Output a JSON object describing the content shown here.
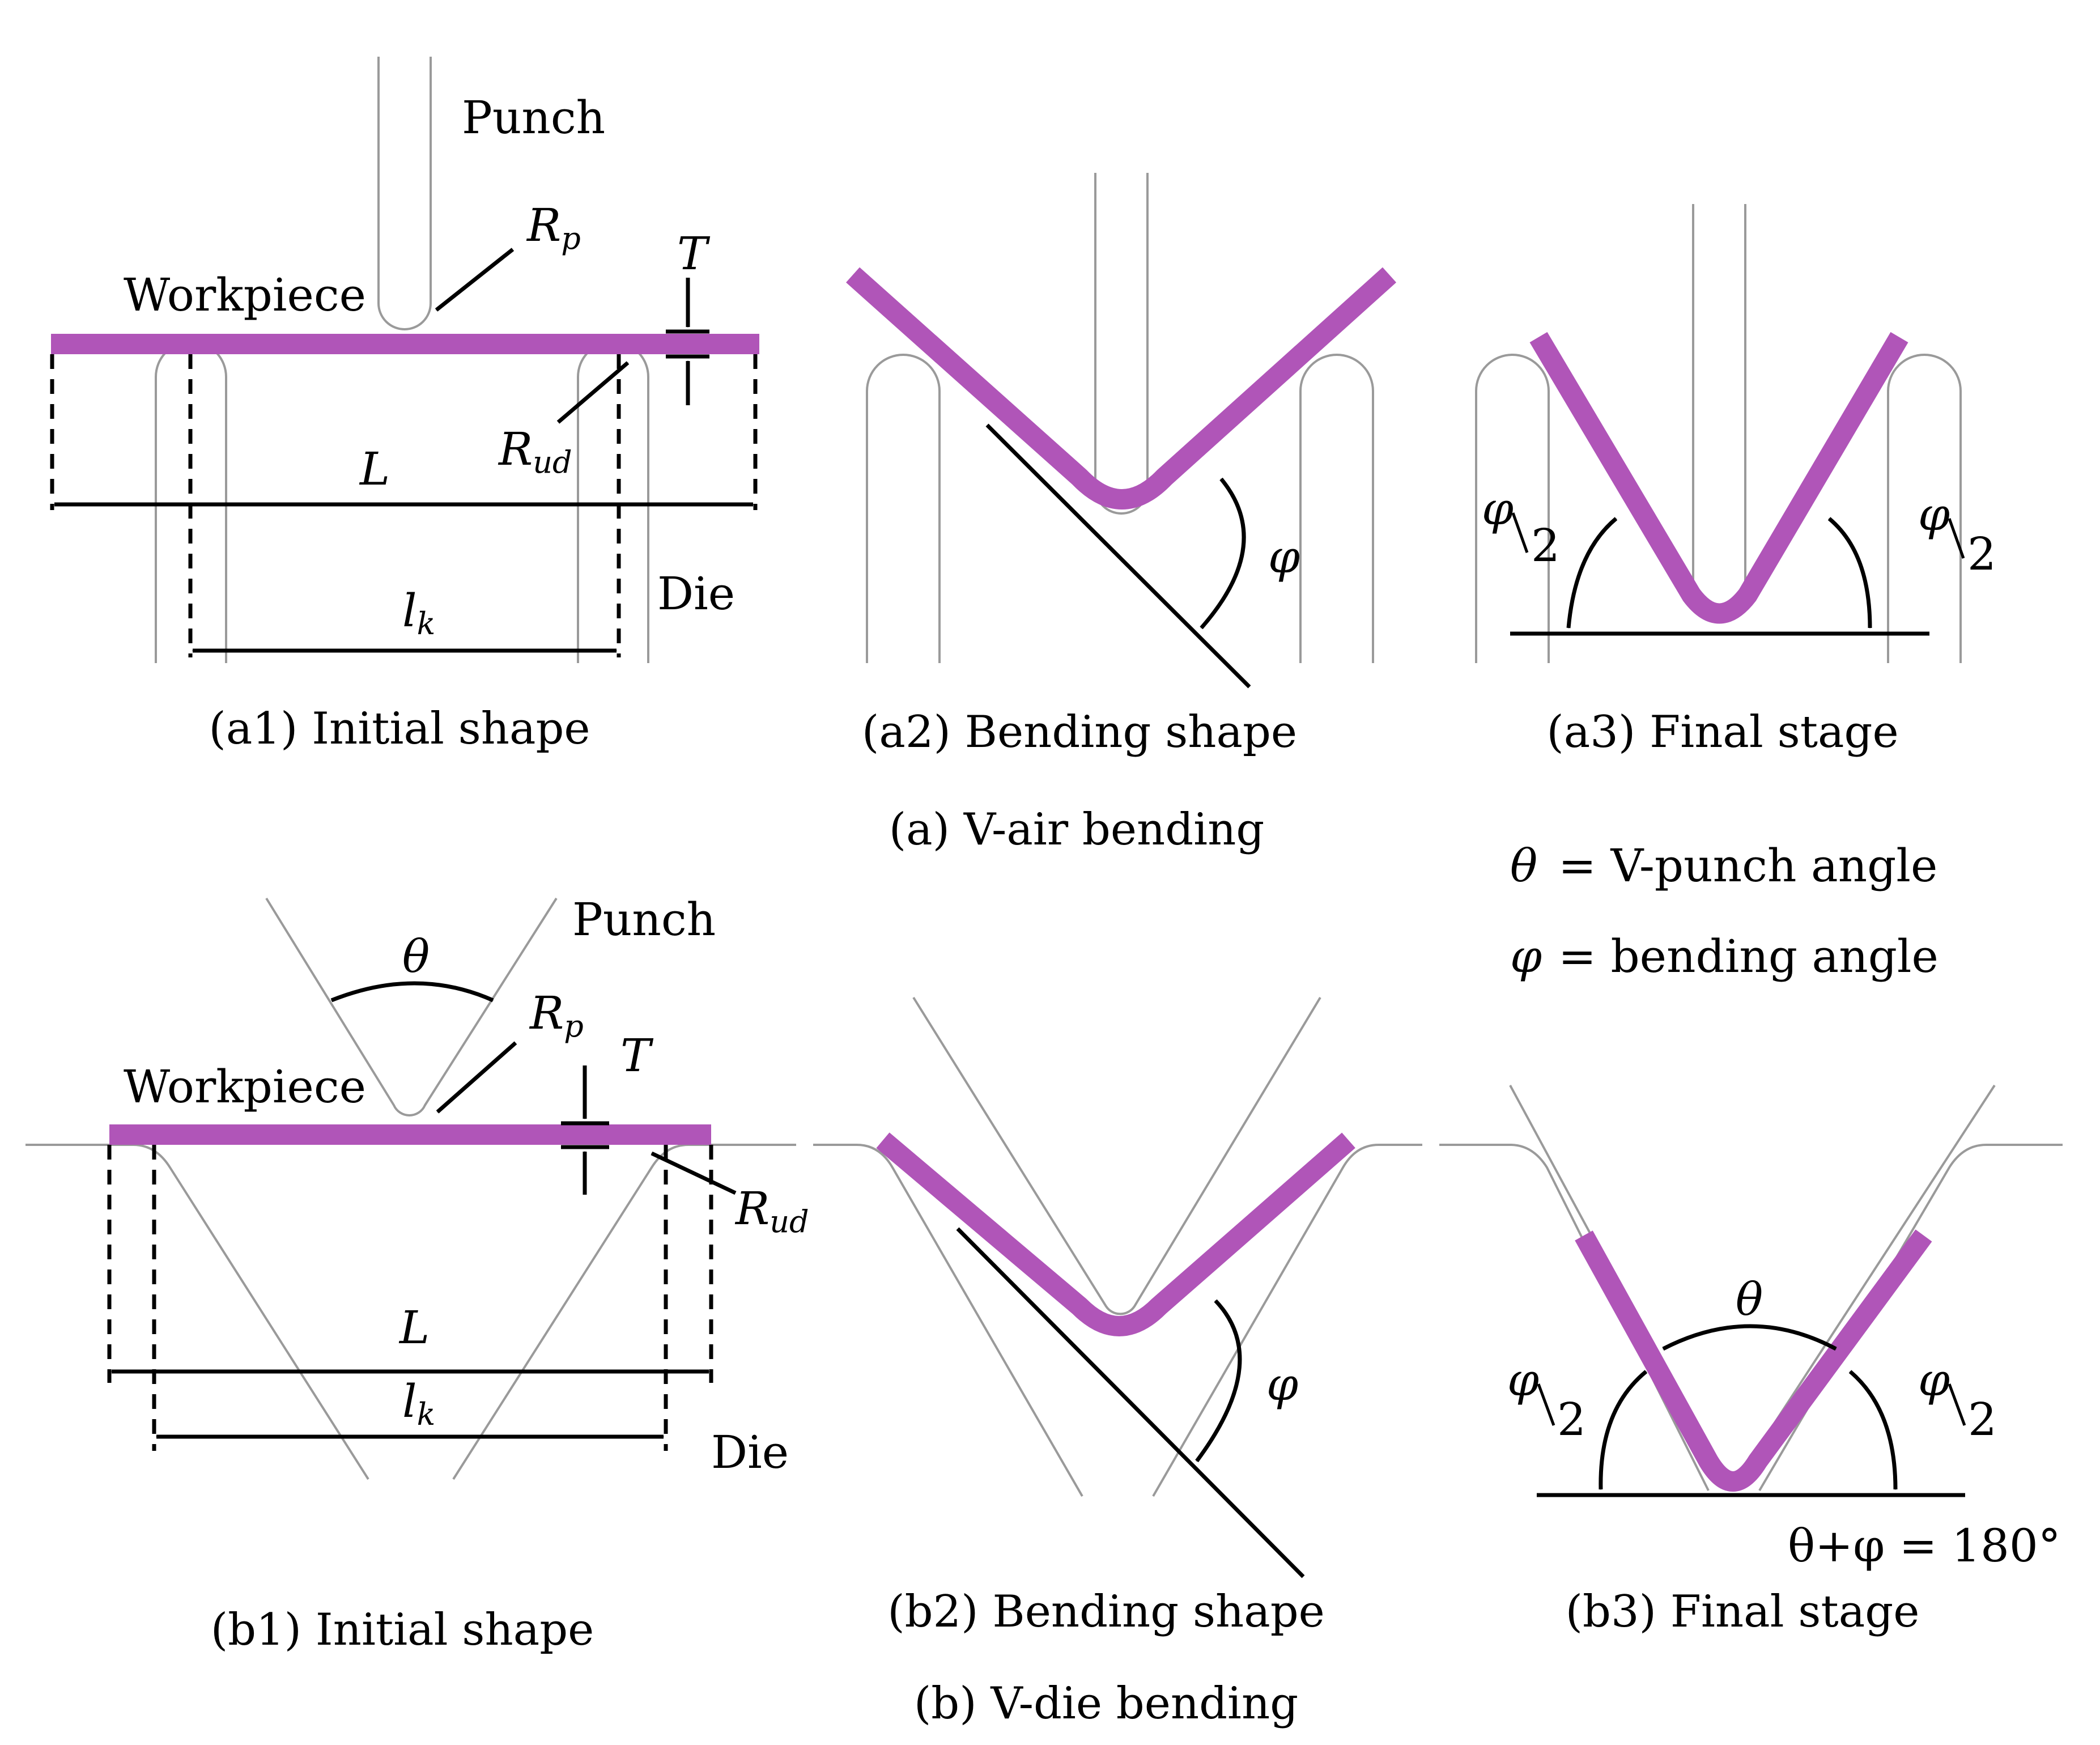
{
  "colors": {
    "workpiece": "#b055b8",
    "tool_outline": "#9a9a9a",
    "line": "#000000"
  },
  "labels": {
    "punch": "Punch",
    "workpiece": "Workpiece",
    "die": "Die",
    "rp": "Rp",
    "rud": "Rud",
    "t": "T",
    "l_big": "L",
    "lk": "lk",
    "phi": "φ",
    "theta": "θ",
    "half": "2"
  },
  "captions": {
    "a1": "(a1) Initial shape",
    "a2": "(a2) Bending shape",
    "a3": "(a3) Final stage",
    "a": "(a) V-air bending",
    "b1": "(b1) Initial shape",
    "b2": "(b2) Bending shape",
    "b3": "(b3) Final stage",
    "b": "(b) V-die bending"
  },
  "legend": {
    "theta_symbol": "θ",
    "theta_def": "= V-punch angle",
    "phi_symbol": "φ",
    "phi_def": "= bending angle"
  },
  "relation": "θ+φ  = 180°"
}
